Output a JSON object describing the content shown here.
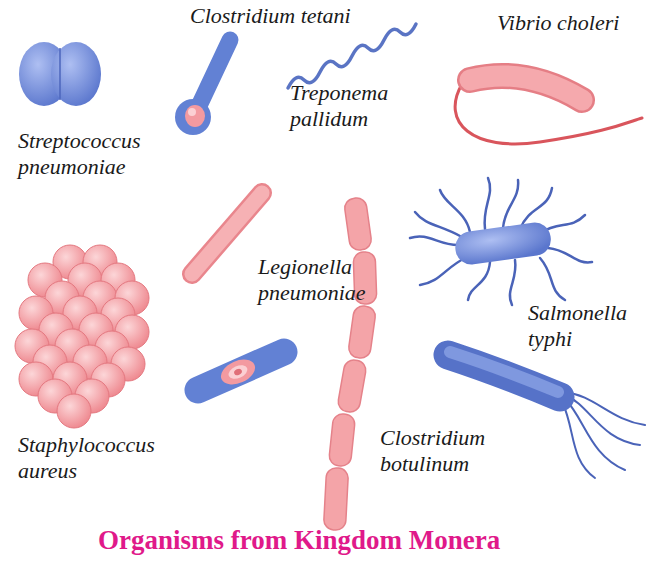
{
  "diagram": {
    "caption": "Organisms from Kingdom Monera",
    "labels": [
      "Clostridium tetani",
      "Vibrio choleri",
      "Treponema pallidum",
      "Streptococcus pneumoniae",
      "Legionella pneumoniae",
      "Salmonella typhi",
      "Staphylococcus aureus",
      "Clostridium botulinum"
    ]
  }
}
